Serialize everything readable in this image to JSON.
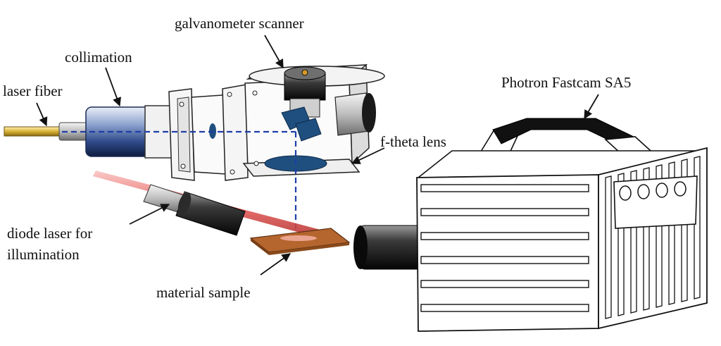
{
  "labels": {
    "galvanometer": "galvanometer scanner",
    "collimation": "collimation",
    "laser_fiber": "laser fiber",
    "camera": "Photron Fastcam SA5",
    "f_theta": "f-theta lens",
    "diode_line1": "diode laser for",
    "diode_line2": "illumination",
    "sample": "material sample"
  },
  "colors": {
    "beam": "#1f3ea8",
    "optics": "#1f4f7f",
    "fiber": "#d8b237",
    "diode_beam": "#e8625f",
    "sample": "#b5652e",
    "camera_handle": "#111111"
  }
}
